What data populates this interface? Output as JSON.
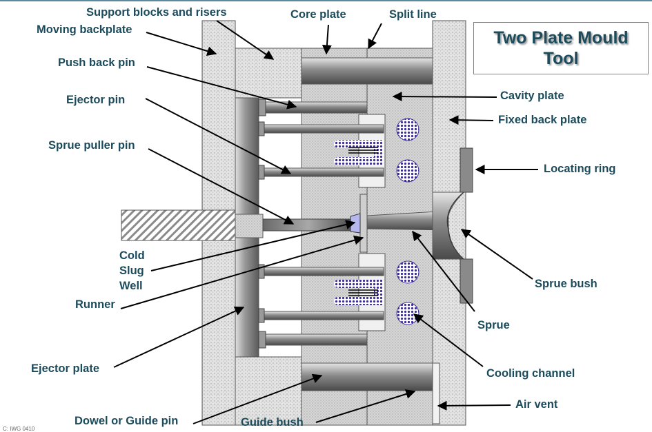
{
  "title": "Two Plate Mould Tool",
  "footer_text": "C: IWG 0410",
  "labels": {
    "support_blocks": "Support blocks and risers",
    "core_plate": "Core plate",
    "split_line": "Split line",
    "moving_backplate": "Moving backplate",
    "push_back_pin": "Push back pin",
    "ejector_pin": "Ejector pin",
    "cavity_plate": "Cavity plate",
    "fixed_back_plate": "Fixed back plate",
    "sprue_puller_pin": "Sprue puller pin",
    "locating_ring": "Locating ring",
    "cold_slug_well": "Cold Slug Well",
    "runner": "Runner",
    "sprue_bush": "Sprue bush",
    "sprue": "Sprue",
    "ejector_plate": "Ejector plate",
    "cooling_channel": "Cooling channel",
    "air_vent": "Air vent",
    "dowel_guide_pin": "Dowel or Guide pin",
    "guide_bush": "Guide bush"
  },
  "colors": {
    "label_text": "#1c4b5c",
    "plate_fill": "#d8d8d8",
    "cooling_channel": "#3a2a9a",
    "cold_slug": "#b7b7f0",
    "nozzle_hatch": "#8a8a8a"
  }
}
